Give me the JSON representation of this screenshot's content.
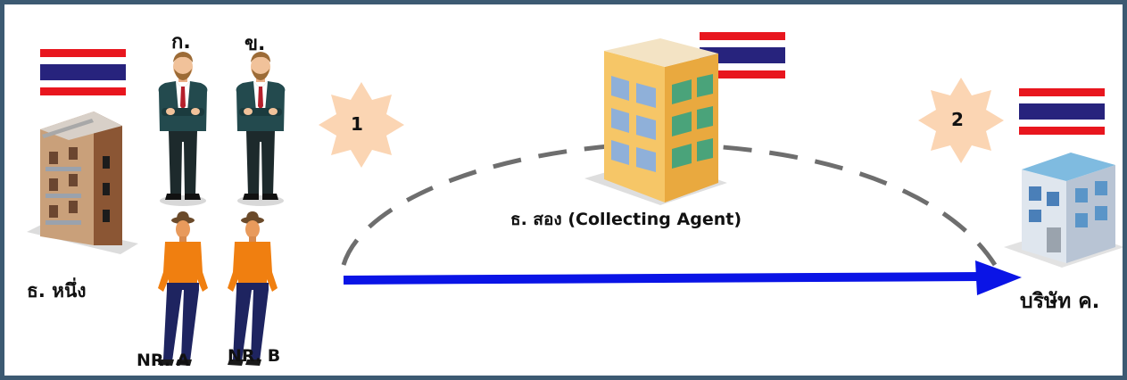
{
  "colors": {
    "frame": "#3c5a72",
    "arrow": "#0a14e6",
    "dashed_arc": "#6e6e6e",
    "star_badge": "#fbd5b3",
    "flag_red": "#e8161e",
    "flag_blue": "#27237d"
  },
  "banks": {
    "bank_one": {
      "label": "ธ. หนึ่ง",
      "icon": "brown-building-icon"
    },
    "bank_two": {
      "label": "ธ. สอง (Collecting Agent)",
      "icon": "yellow-building-icon"
    },
    "company_c": {
      "label": "บริษัท ค.",
      "icon": "blue-building-icon"
    }
  },
  "people": {
    "residents": [
      {
        "label": "ก.",
        "icon": "businessman-icon"
      },
      {
        "label": "ข.",
        "icon": "businessman-icon"
      }
    ],
    "non_residents": [
      {
        "label": "NR. A",
        "icon": "man-with-hat-icon"
      },
      {
        "label": "NR. B",
        "icon": "man-with-hat-icon"
      }
    ]
  },
  "steps": [
    {
      "number": "1"
    },
    {
      "number": "2"
    }
  ]
}
